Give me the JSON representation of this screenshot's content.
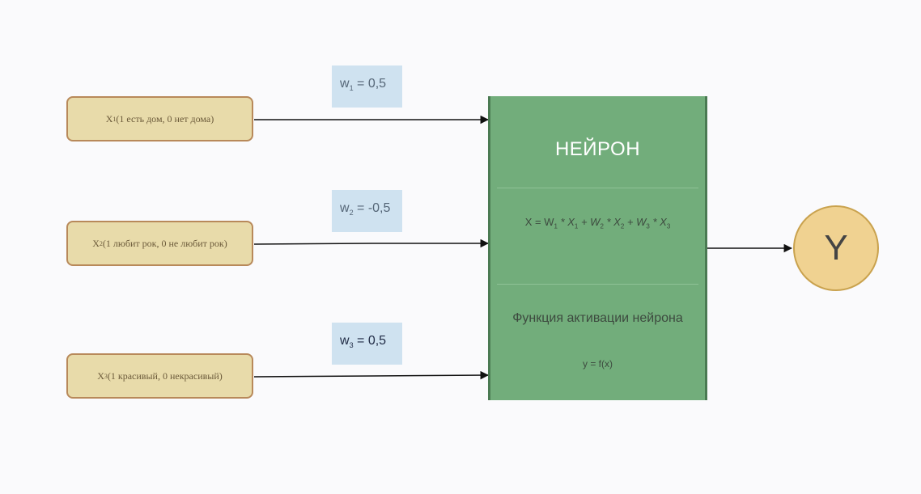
{
  "inputs": [
    {
      "var": "X",
      "sub": "1",
      "desc": " (1 есть дом, 0 нет дома)"
    },
    {
      "var": "X",
      "sub": "2",
      "desc": " (1 любит рок, 0 не любит рок)"
    },
    {
      "var": "X",
      "sub": "3",
      "desc": " (1 красивый, 0 некрасивый)"
    }
  ],
  "weights": [
    {
      "var": "w",
      "sub": "1",
      "value": " = 0,5"
    },
    {
      "var": "w",
      "sub": "2",
      "value": " = -0,5"
    },
    {
      "var": "w",
      "sub": "3",
      "value": " = 0,5"
    }
  ],
  "neuron": {
    "title": "НЕЙРОН",
    "formula": {
      "lhs": "X = W",
      "s1": "1",
      "t1": " * X",
      "s2": "1",
      "t2": " + W",
      "s3": "2",
      "t3": " * X",
      "s4": "2",
      "t4": " + W",
      "s5": "3",
      "t5": " * X",
      "s6": "3"
    },
    "activation_label": "Функция активации нейрона",
    "activation_func": "y = f(x)"
  },
  "output": {
    "label": "Y"
  },
  "colors": {
    "input_fill": "#e8dbaa",
    "weight_fill": "#cfe2f0",
    "neuron_fill": "#72ad7b",
    "output_fill": "#f0d291",
    "connector": "#111111"
  }
}
